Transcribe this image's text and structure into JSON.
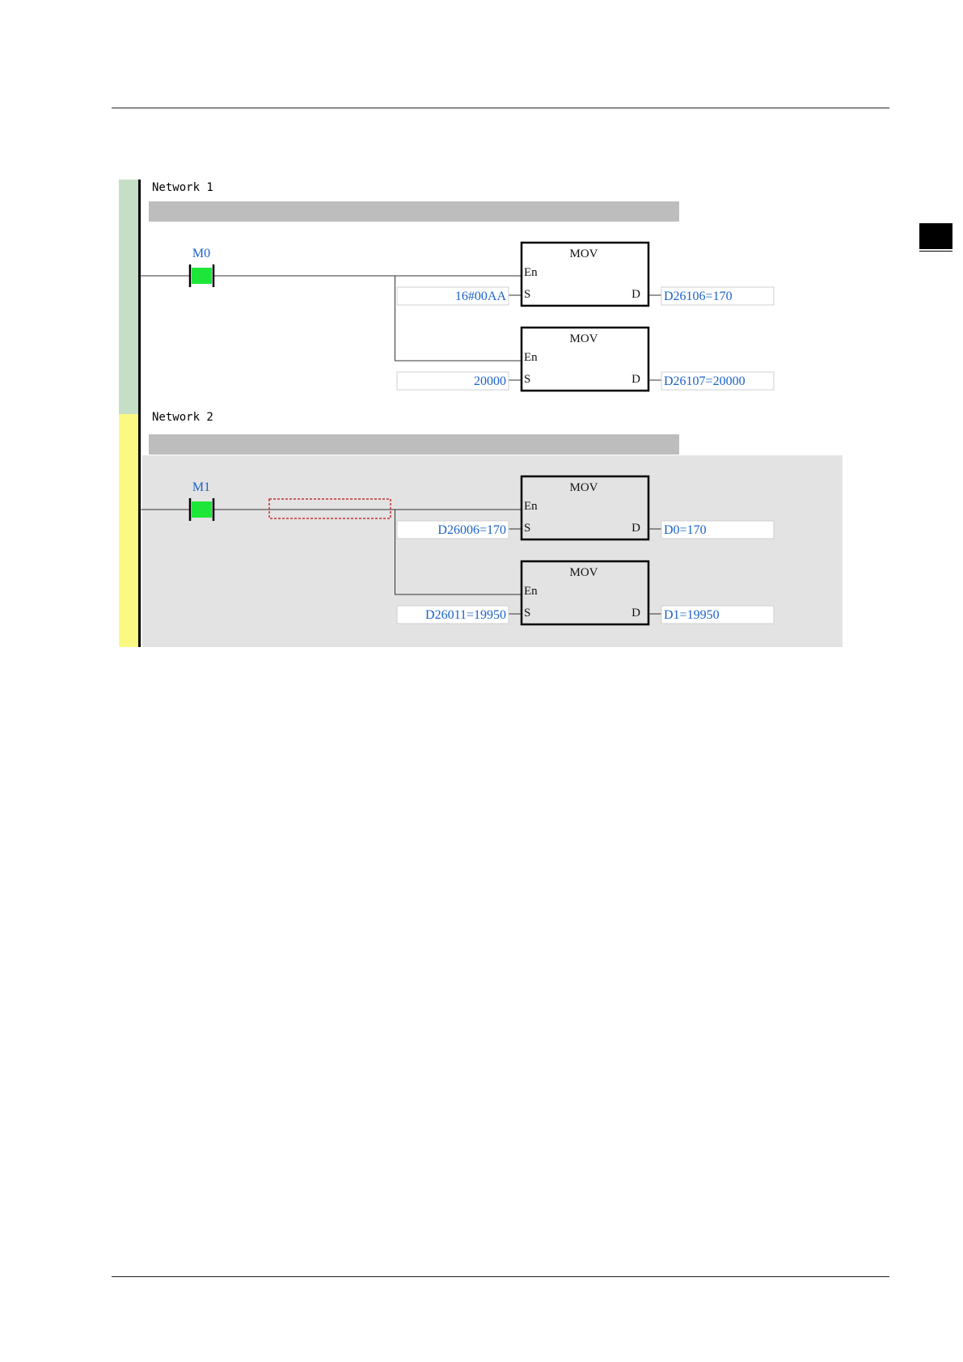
{
  "colors": {
    "rail_network1": "#c4dfc5",
    "rail_network2": "#fafa82",
    "contact_on": "#1ee639",
    "value_text": "#1a62c8",
    "comment_bar": "#bdbdbd",
    "selected_bg": "#e3e3e3",
    "selection_box": "#c83232"
  },
  "networks": [
    {
      "title": "Network  1",
      "contact": {
        "label": "M0",
        "state": "on"
      },
      "blocks": [
        {
          "name": "MOV",
          "en": "En",
          "s_pin": "S",
          "d_pin": "D",
          "source": "16#00AA",
          "dest": "D26106=170"
        },
        {
          "name": "MOV",
          "en": "En",
          "s_pin": "S",
          "d_pin": "D",
          "source": "20000",
          "dest": "D26107=20000"
        }
      ]
    },
    {
      "title": "Network  2",
      "contact": {
        "label": "M1",
        "state": "on"
      },
      "blocks": [
        {
          "name": "MOV",
          "en": "En",
          "s_pin": "S",
          "d_pin": "D",
          "source": "D26006=170",
          "dest": "D0=170"
        },
        {
          "name": "MOV",
          "en": "En",
          "s_pin": "S",
          "d_pin": "D",
          "source": "D26011=19950",
          "dest": "D1=19950"
        }
      ]
    }
  ]
}
